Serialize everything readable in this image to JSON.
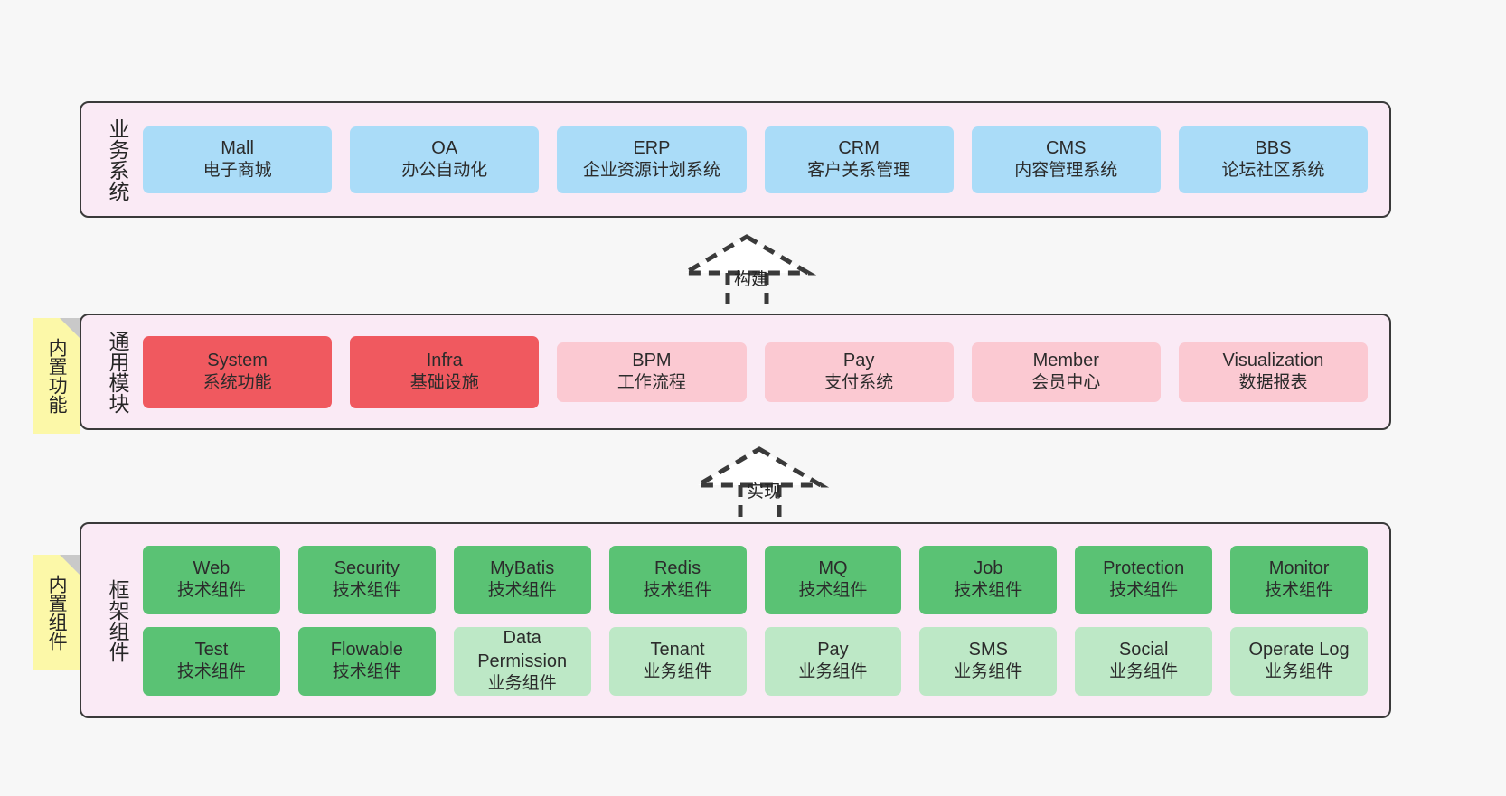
{
  "diagram": {
    "background_color": "#f7f7f7",
    "panel_background": "#faeaf5",
    "panel_border_color": "#3a3a3a",
    "sticky_color": "#fcf8a8"
  },
  "layers": [
    {
      "id": "business-systems",
      "title": "业务系统",
      "box_color": "#aadcf8",
      "rows": [
        [
          {
            "en": "Mall",
            "cn": "电子商城",
            "color": "#aadcf8"
          },
          {
            "en": "OA",
            "cn": "办公自动化",
            "color": "#aadcf8"
          },
          {
            "en": "ERP",
            "cn": "企业资源计划系统",
            "color": "#aadcf8"
          },
          {
            "en": "CRM",
            "cn": "客户关系管理",
            "color": "#aadcf8"
          },
          {
            "en": "CMS",
            "cn": "内容管理系统",
            "color": "#aadcf8"
          },
          {
            "en": "BBS",
            "cn": "论坛社区系统",
            "color": "#aadcf8"
          }
        ]
      ]
    },
    {
      "id": "common-modules",
      "title": "通用模块",
      "sticky": "内置功能",
      "rows": [
        [
          {
            "en": "System",
            "cn": "系统功能",
            "color": "#f0595f"
          },
          {
            "en": "Infra",
            "cn": "基础设施",
            "color": "#f0595f"
          },
          {
            "en": "BPM",
            "cn": "工作流程",
            "color": "#fbc9d2"
          },
          {
            "en": "Pay",
            "cn": "支付系统",
            "color": "#fbc9d2"
          },
          {
            "en": "Member",
            "cn": "会员中心",
            "color": "#fbc9d2"
          },
          {
            "en": "Visualization",
            "cn": "数据报表",
            "color": "#fbc9d2"
          }
        ]
      ]
    },
    {
      "id": "framework-components",
      "title": "框架组件",
      "sticky": "内置组件",
      "rows": [
        [
          {
            "en": "Web",
            "cn": "技术组件",
            "color": "#5ac274"
          },
          {
            "en": "Security",
            "cn": "技术组件",
            "color": "#5ac274"
          },
          {
            "en": "MyBatis",
            "cn": "技术组件",
            "color": "#5ac274"
          },
          {
            "en": "Redis",
            "cn": "技术组件",
            "color": "#5ac274"
          },
          {
            "en": "MQ",
            "cn": "技术组件",
            "color": "#5ac274"
          },
          {
            "en": "Job",
            "cn": "技术组件",
            "color": "#5ac274"
          },
          {
            "en": "Protection",
            "cn": "技术组件",
            "color": "#5ac274"
          },
          {
            "en": "Monitor",
            "cn": "技术组件",
            "color": "#5ac274"
          }
        ],
        [
          {
            "en": "Test",
            "cn": "技术组件",
            "color": "#5ac274"
          },
          {
            "en": "Flowable",
            "cn": "技术组件",
            "color": "#5ac274"
          },
          {
            "en": "Data\nPermission",
            "cn": "业务组件",
            "color": "#bde8c6"
          },
          {
            "en": "Tenant",
            "cn": "业务组件",
            "color": "#bde8c6"
          },
          {
            "en": "Pay",
            "cn": "业务组件",
            "color": "#bde8c6"
          },
          {
            "en": "SMS",
            "cn": "业务组件",
            "color": "#bde8c6"
          },
          {
            "en": "Social",
            "cn": "业务组件",
            "color": "#bde8c6"
          },
          {
            "en": "Operate Log",
            "cn": "业务组件",
            "color": "#bde8c6"
          }
        ]
      ]
    }
  ],
  "connectors": [
    {
      "id": "build",
      "label": "构建"
    },
    {
      "id": "implement",
      "label": "实现"
    }
  ]
}
